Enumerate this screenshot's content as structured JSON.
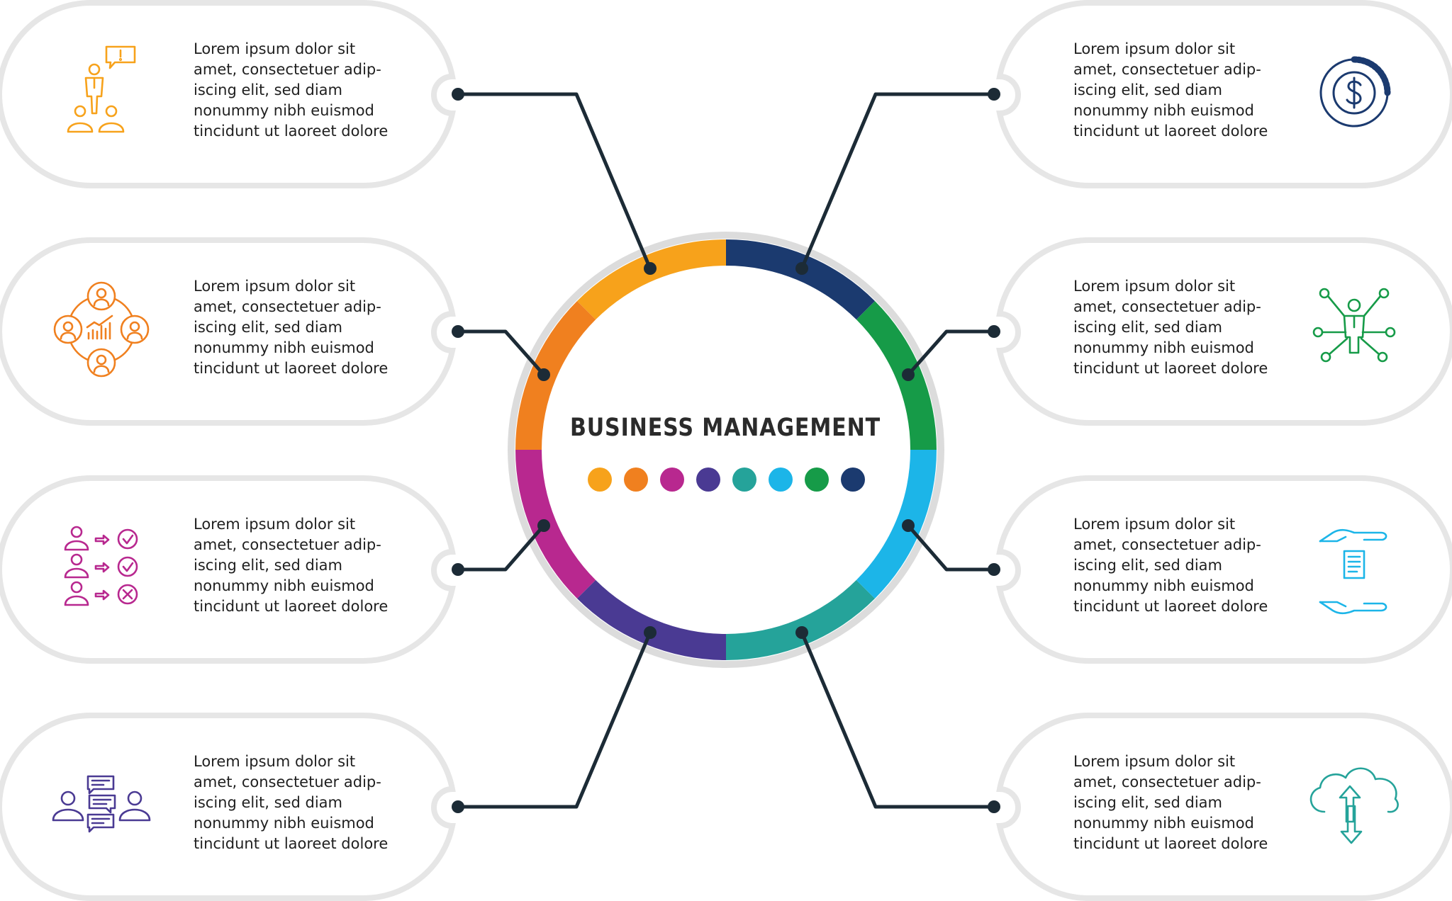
{
  "title": "BUSINESS MANAGEMENT",
  "items": [
    {
      "name": "leader-meeting",
      "icon": "presenter-with-speech-bubble-icon",
      "color": "#F7A21B",
      "side": "left",
      "lines": [
        "Lorem ipsum dolor sit",
        "amet, consectetuer adip-",
        "iscing elit, sed diam",
        "nonummy nibh euismod",
        "tincidunt ut laoreet dolore"
      ]
    },
    {
      "name": "team-analytics",
      "icon": "team-circle-chart-icon",
      "color": "#F0801F",
      "side": "left",
      "lines": [
        "Lorem ipsum dolor sit",
        "amet, consectetuer adip-",
        "iscing elit, sed diam",
        "nonummy nibh euismod",
        "tincidunt ut laoreet dolore"
      ]
    },
    {
      "name": "candidate-selection",
      "icon": "people-check-cross-icon",
      "color": "#B8288F",
      "side": "left",
      "lines": [
        "Lorem ipsum dolor sit",
        "amet, consectetuer adip-",
        "iscing elit, sed diam",
        "nonummy nibh euismod",
        "tincidunt ut laoreet dolore"
      ]
    },
    {
      "name": "communication",
      "icon": "people-chat-bubbles-icon",
      "color": "#4A3A93",
      "side": "left",
      "lines": [
        "Lorem ipsum dolor sit",
        "amet, consectetuer adip-",
        "iscing elit, sed diam",
        "nonummy nibh euismod",
        "tincidunt ut laoreet dolore"
      ]
    },
    {
      "name": "finance",
      "icon": "dollar-coin-icon",
      "color": "#1B3A6F",
      "side": "right",
      "lines": [
        "Lorem ipsum dolor sit",
        "amet, consectetuer adip-",
        "iscing elit, sed diam",
        "nonummy nibh euismod",
        "tincidunt ut laoreet dolore"
      ]
    },
    {
      "name": "network",
      "icon": "businessman-network-icon",
      "color": "#169B48",
      "side": "right",
      "lines": [
        "Lorem ipsum dolor sit",
        "amet, consectetuer adip-",
        "iscing elit, sed diam",
        "nonummy nibh euismod",
        "tincidunt ut laoreet dolore"
      ]
    },
    {
      "name": "document-handover",
      "icon": "hands-document-icon",
      "color": "#1CB5E8",
      "side": "right",
      "lines": [
        "Lorem ipsum dolor sit",
        "amet, consectetuer adip-",
        "iscing elit, sed diam",
        "nonummy nibh euismod",
        "tincidunt ut laoreet dolore"
      ]
    },
    {
      "name": "cloud-transfer",
      "icon": "cloud-upload-download-icon",
      "color": "#25A39A",
      "side": "right",
      "lines": [
        "Lorem ipsum dolor sit",
        "amet, consectetuer adip-",
        "iscing elit, sed diam",
        "nonummy nibh euismod",
        "tincidunt ut laoreet dolore"
      ]
    }
  ],
  "ring_order": [
    "#F7A21B",
    "#F0801F",
    "#B8288F",
    "#4A3A93",
    "#25A39A",
    "#1CB5E8",
    "#169B48",
    "#1B3A6F"
  ],
  "dot_colors": [
    "#F7A21B",
    "#F0801F",
    "#B8288F",
    "#4A3A93",
    "#25A39A",
    "#1CB5E8",
    "#169B48",
    "#1B3A6F"
  ],
  "connector_color": "#1C2B36",
  "card_border_color": "#E6E6E6"
}
